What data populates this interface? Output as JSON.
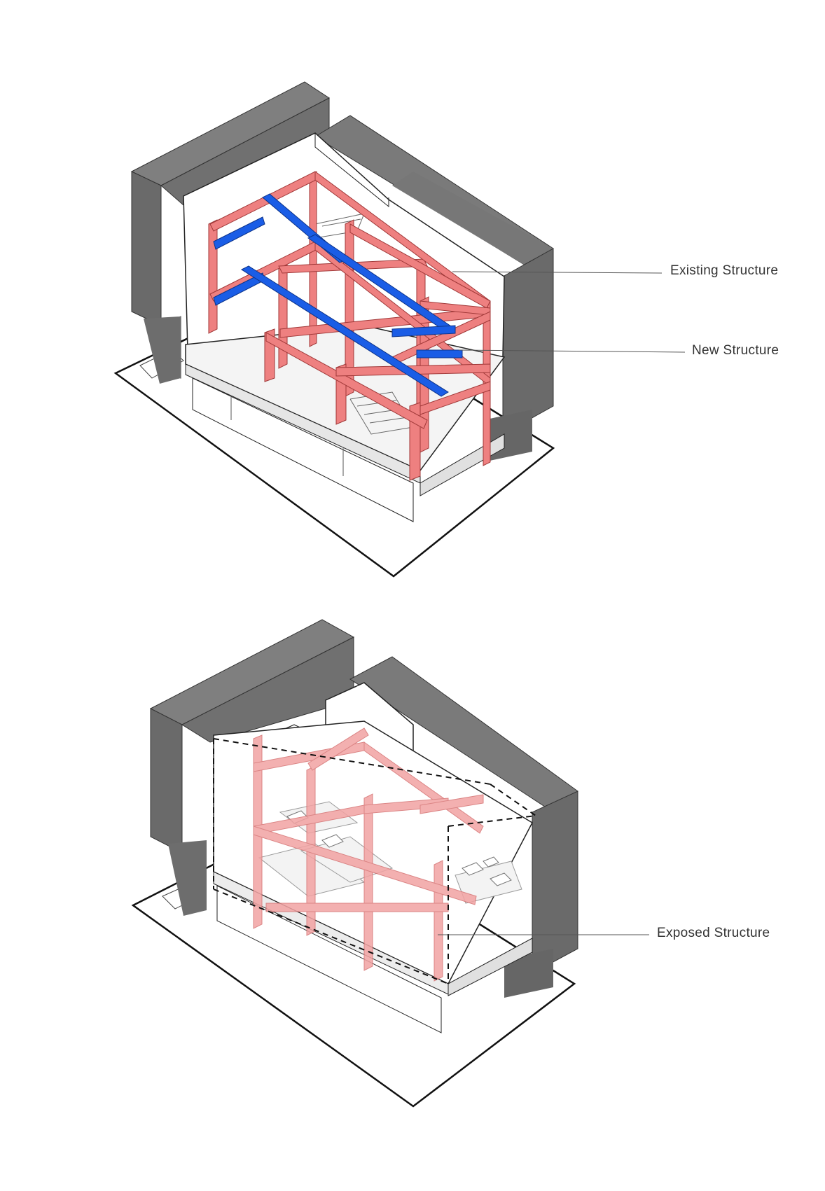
{
  "labels": {
    "existing_structure": "Existing Structure",
    "new_structure": "New Structure",
    "exposed_structure": "Exposed Structure"
  },
  "colors": {
    "existing_structure": "#ee8080",
    "new_structure": "#1a5de6",
    "neighbor_building": "#6d6d6d",
    "outline": "#222222",
    "leader_line": "#555555"
  }
}
